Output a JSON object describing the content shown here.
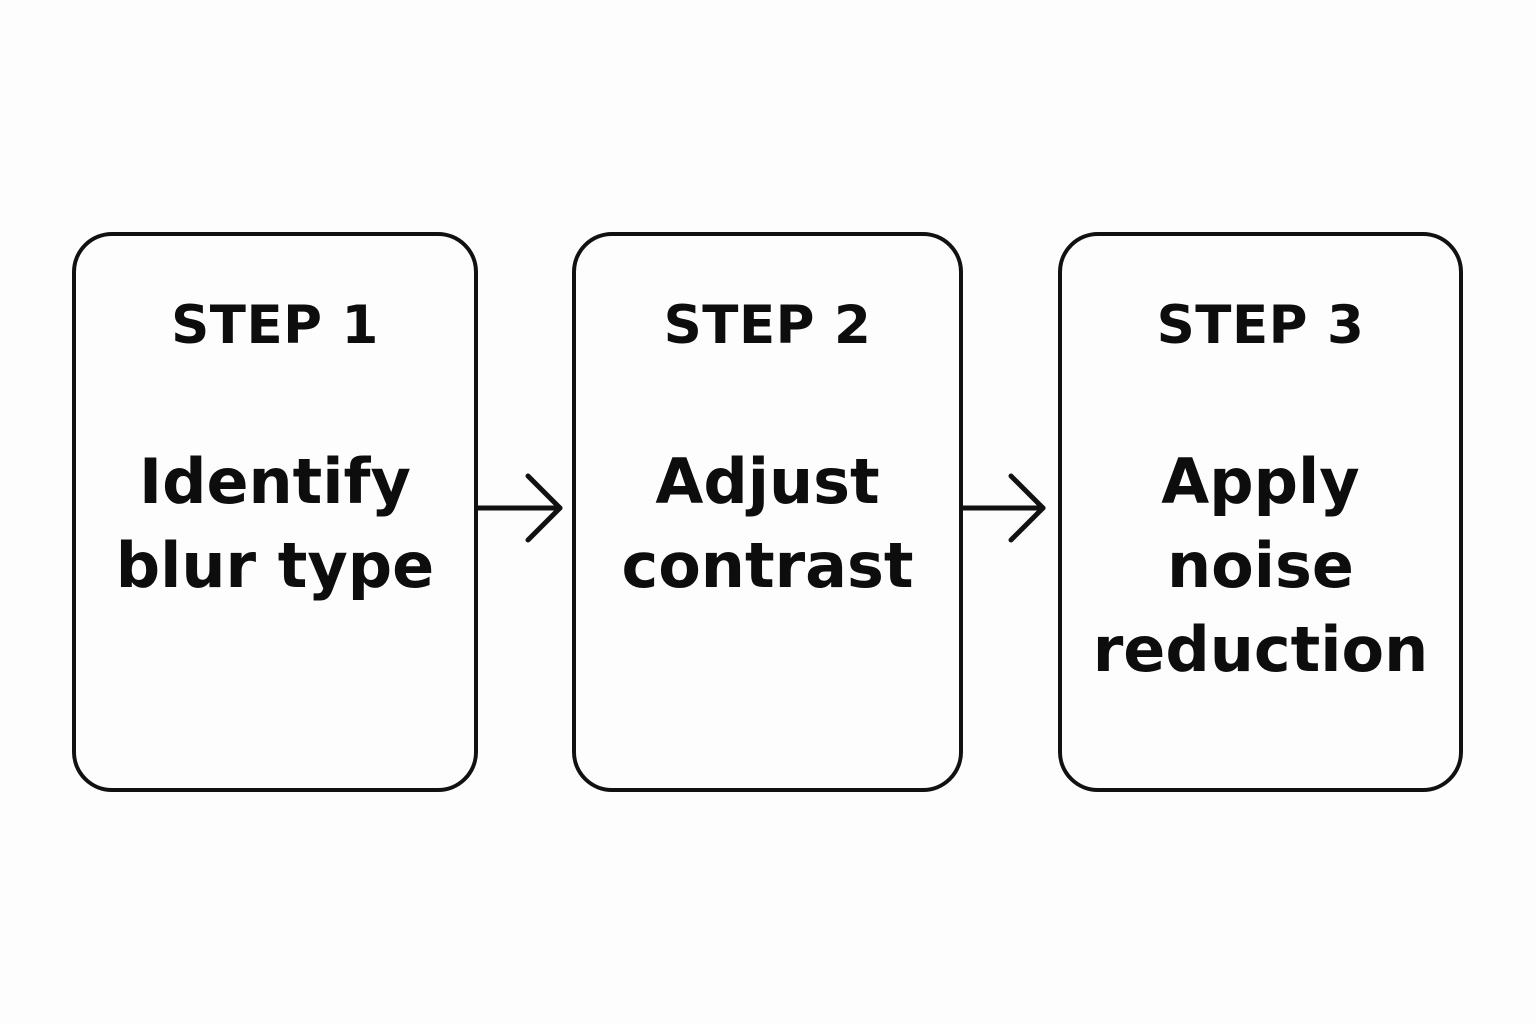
{
  "steps": [
    {
      "title": "STEP 1",
      "lines": [
        "Identify",
        "blur type"
      ]
    },
    {
      "title": "STEP 2",
      "lines": [
        "Adjust",
        "contrast"
      ]
    },
    {
      "title": "STEP 3",
      "lines": [
        "Apply",
        "noise",
        "reduction"
      ]
    }
  ],
  "icons": {
    "connector_1": "arrow-right-icon",
    "connector_2": "arrow-right-icon"
  },
  "colors": {
    "stroke": "#111111",
    "background": "#fdfdfd"
  }
}
